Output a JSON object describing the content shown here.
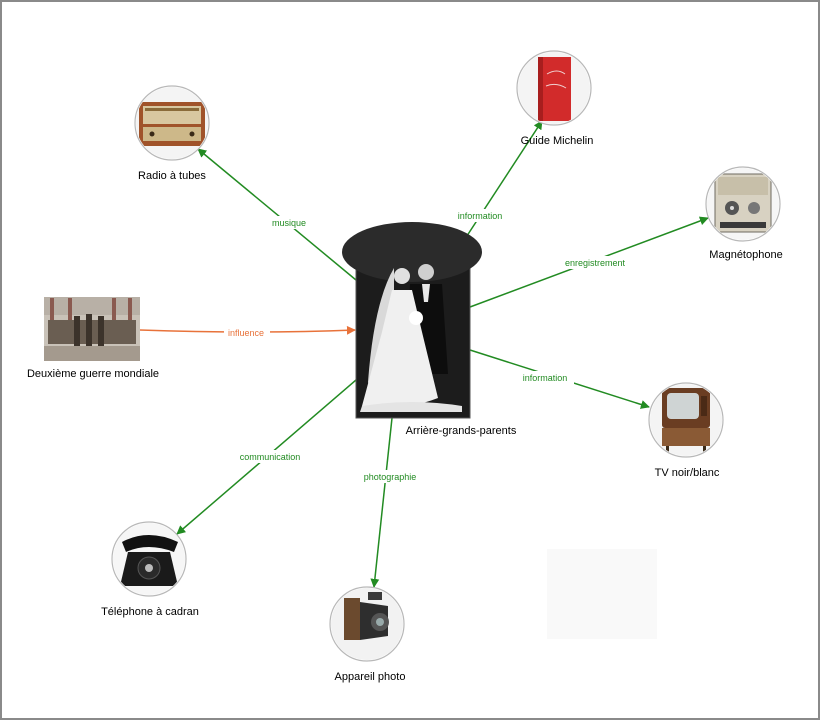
{
  "colors": {
    "green": "#228b22",
    "orange": "#e8723a",
    "node_border": "#b8b8b8"
  },
  "center": {
    "label": "Arrière-grands-parents",
    "image": "wedding-photo-icon"
  },
  "nodes": [
    {
      "id": "radio",
      "label": "Radio à tubes",
      "image": "tube-radio-icon"
    },
    {
      "id": "michelin",
      "label": "Guide Michelin",
      "image": "michelin-guide-book-icon"
    },
    {
      "id": "magneto",
      "label": "Magnétophone",
      "image": "tape-recorder-icon"
    },
    {
      "id": "tv",
      "label": "TV noir/blanc",
      "image": "black-white-tv-icon"
    },
    {
      "id": "camera",
      "label": "Appareil photo",
      "image": "folding-camera-icon"
    },
    {
      "id": "phone",
      "label": "Téléphone à cadran",
      "image": "rotary-phone-icon"
    },
    {
      "id": "ww2",
      "label": "Deuxième guerre mondiale",
      "image": "ww2-parade-photo-icon"
    }
  ],
  "edges": [
    {
      "target": "radio",
      "label": "musique",
      "color": "green"
    },
    {
      "target": "michelin",
      "label": "information",
      "color": "green"
    },
    {
      "target": "magneto",
      "label": "enregistrement",
      "color": "green"
    },
    {
      "target": "tv",
      "label": "information",
      "color": "green"
    },
    {
      "target": "camera",
      "label": "photographie",
      "color": "green"
    },
    {
      "target": "phone",
      "label": "communication",
      "color": "green"
    },
    {
      "target": "ww2",
      "label": "influence",
      "color": "orange",
      "direction": "to-center"
    }
  ]
}
